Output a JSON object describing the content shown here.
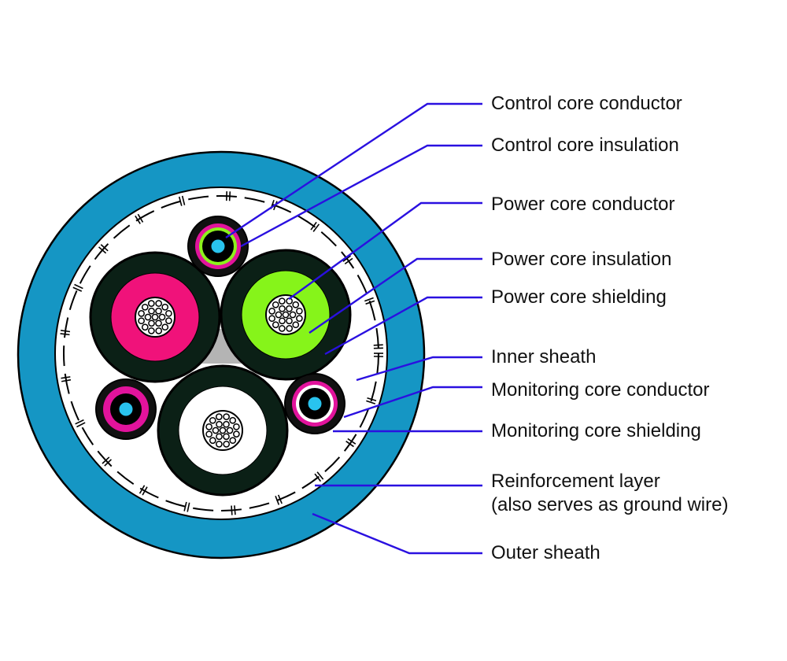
{
  "colors": {
    "outer_sheath": "#1596c4",
    "inner_sheath": "#ffffff",
    "power_core_shielding": "#0b2016",
    "power_insulation_1": "#f0127a",
    "power_insulation_2": "#86f41a",
    "power_insulation_3": "#ffffff",
    "control_insulation": "#8cf21c",
    "shielding_pink": "#e2139c",
    "small_conductor": "#29c3ee",
    "filler": "#b4b4b4",
    "leader_line": "#2a10e0"
  },
  "labels": [
    {
      "id": "control-core-conductor",
      "text": "Control core conductor"
    },
    {
      "id": "control-core-insulation",
      "text": "Control core insulation"
    },
    {
      "id": "power-core-conductor",
      "text": "Power core conductor"
    },
    {
      "id": "power-core-insulation",
      "text": "Power core insulation"
    },
    {
      "id": "power-core-shielding",
      "text": "Power core shielding"
    },
    {
      "id": "inner-sheath",
      "text": "Inner sheath"
    },
    {
      "id": "monitoring-core-conductor",
      "text": "Monitoring core conductor"
    },
    {
      "id": "monitoring-core-shielding",
      "text": "Monitoring core shielding"
    },
    {
      "id": "reinforcement-layer",
      "text": "Reinforcement layer",
      "subtext": "(also serves as ground wire)"
    },
    {
      "id": "outer-sheath",
      "text": "Outer sheath"
    }
  ]
}
